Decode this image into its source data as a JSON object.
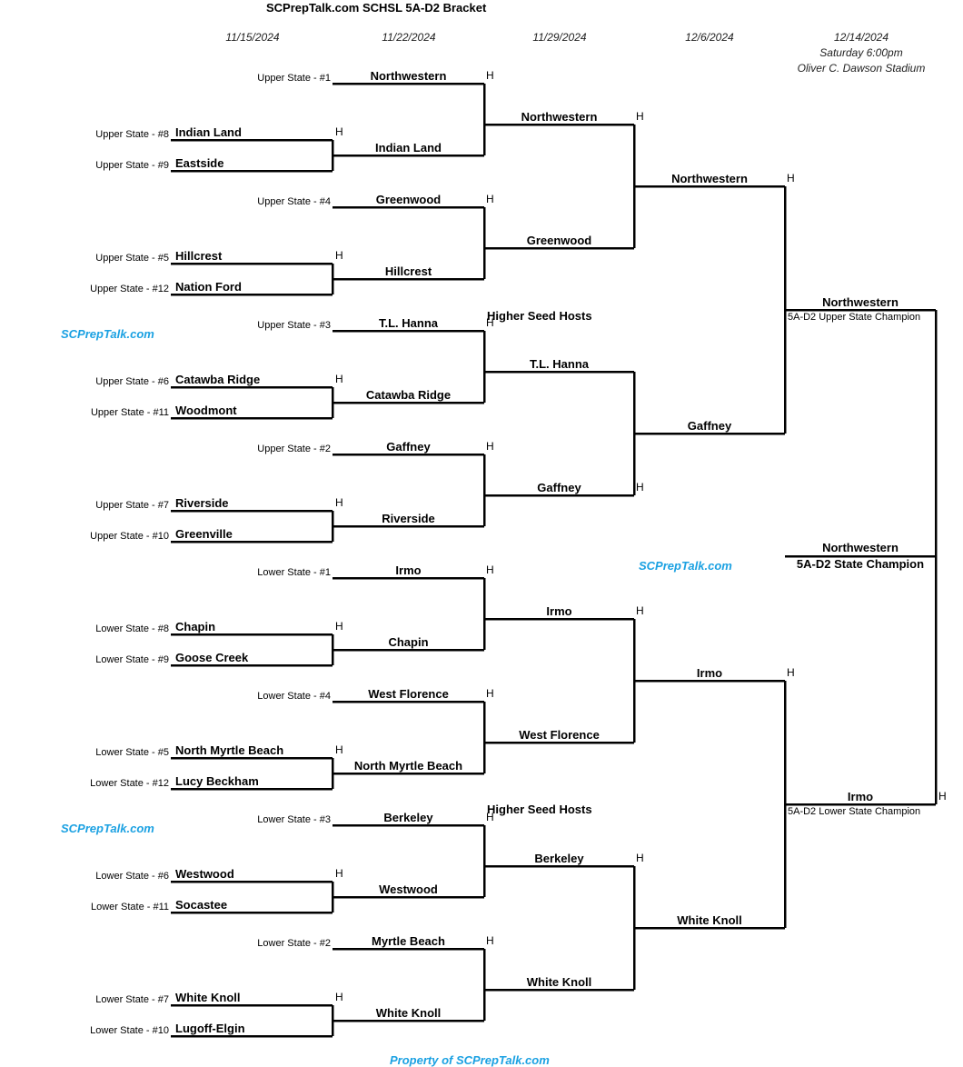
{
  "title": "SCPrepTalk.com SCHSL 5A-D2 Bracket",
  "rounds": [
    {
      "date": "11/15/2024"
    },
    {
      "date": "11/22/2024"
    },
    {
      "date": "11/29/2024"
    },
    {
      "date": "12/6/2024"
    },
    {
      "date": "12/14/2024",
      "time": "Saturday 6:00pm",
      "venue": "Oliver C. Dawson Stadium"
    }
  ],
  "home_marker": "H",
  "notes": {
    "higher_seed_hosts": "Higher Seed Hosts"
  },
  "branding": {
    "site": "SCPrepTalk.com",
    "property": "Property of SCPrepTalk.com",
    "color": "#1ba1e2"
  },
  "upper": {
    "round1": [
      {
        "seed_label": "Upper State - #1",
        "team": "Northwestern"
      },
      {
        "seed_label": "Upper State - #8",
        "team": "Indian Land"
      },
      {
        "seed_label": "Upper State - #9",
        "team": "Eastside"
      },
      {
        "seed_label": "Upper State - #4",
        "team": "Greenwood"
      },
      {
        "seed_label": "Upper State - #5",
        "team": "Hillcrest"
      },
      {
        "seed_label": "Upper State - #12",
        "team": "Nation Ford"
      },
      {
        "seed_label": "Upper State - #3",
        "team": "T.L. Hanna"
      },
      {
        "seed_label": "Upper State - #6",
        "team": "Catawba Ridge"
      },
      {
        "seed_label": "Upper State - #11",
        "team": "Woodmont"
      },
      {
        "seed_label": "Upper State - #2",
        "team": "Gaffney"
      },
      {
        "seed_label": "Upper State - #7",
        "team": "Riverside"
      },
      {
        "seed_label": "Upper State - #10",
        "team": "Greenville"
      }
    ],
    "round2_winners": [
      "Indian Land",
      "Hillcrest",
      "Catawba Ridge",
      "Riverside"
    ],
    "round3_winners": [
      "Northwestern",
      "Greenwood",
      "T.L. Hanna",
      "Gaffney"
    ],
    "round4_winners": [
      "Northwestern",
      "Gaffney"
    ],
    "champion": {
      "team": "Northwestern",
      "label": "5A-D2 Upper State Champion"
    }
  },
  "lower": {
    "round1": [
      {
        "seed_label": "Lower State - #1",
        "team": "Irmo"
      },
      {
        "seed_label": "Lower State - #8",
        "team": "Chapin"
      },
      {
        "seed_label": "Lower State - #9",
        "team": "Goose Creek"
      },
      {
        "seed_label": "Lower State - #4",
        "team": "West Florence"
      },
      {
        "seed_label": "Lower State - #5",
        "team": "North Myrtle Beach"
      },
      {
        "seed_label": "Lower State - #12",
        "team": "Lucy Beckham"
      },
      {
        "seed_label": "Lower State - #3",
        "team": "Berkeley"
      },
      {
        "seed_label": "Lower State - #6",
        "team": "Westwood"
      },
      {
        "seed_label": "Lower State - #11",
        "team": "Socastee"
      },
      {
        "seed_label": "Lower State - #2",
        "team": "Myrtle Beach"
      },
      {
        "seed_label": "Lower State - #7",
        "team": "White Knoll"
      },
      {
        "seed_label": "Lower State - #10",
        "team": "Lugoff-Elgin"
      }
    ],
    "round2_winners": [
      "Chapin",
      "North Myrtle Beach",
      "Westwood",
      "White Knoll"
    ],
    "round3_winners": [
      "Irmo",
      "West Florence",
      "Berkeley",
      "White Knoll"
    ],
    "round4_winners": [
      "Irmo",
      "White Knoll"
    ],
    "champion": {
      "team": "Irmo",
      "label": "5A-D2 Lower State Champion"
    }
  },
  "state_champion": {
    "team": "Northwestern",
    "label": "5A-D2 State Champion"
  }
}
